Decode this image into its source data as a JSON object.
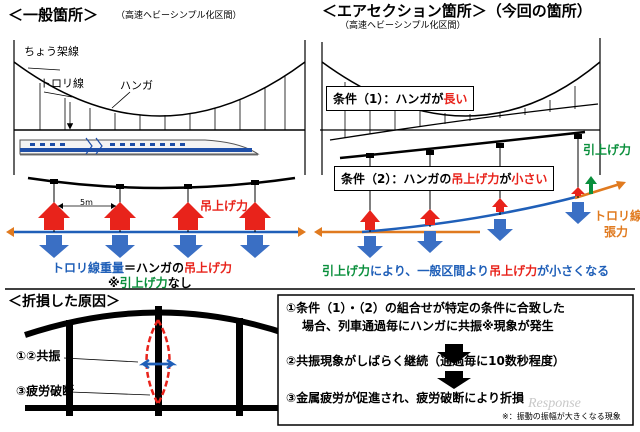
{
  "left": {
    "title": "＜一般箇所＞",
    "subtitle": "（高速ヘビーシンプル化区間）",
    "label_messenger": "ちょう架線",
    "label_trolley": "トロリ線",
    "label_hanger": "ハンガ",
    "label_spacing": "5m",
    "label_lift": "吊上げ力",
    "eq_part1": "トロリ線重量",
    "eq_part2": "＝ハンガの",
    "eq_part3": "吊上げ力",
    "note_prefix": "※",
    "note_red": "引上げ力",
    "note_suffix": "なし"
  },
  "right": {
    "title": "＜エアセクション箇所＞（今回の箇所）",
    "subtitle": "（高速ヘビーシンプル化区間）",
    "cond1_prefix": "条件（1）：ハンガが",
    "cond1_red": "長い",
    "cond2_prefix": "条件（2）：ハンガの",
    "cond2_red1": "吊上げ力",
    "cond2_mid": "が",
    "cond2_red2": "小さい",
    "label_pull": "引上げ力",
    "label_tension1": "トロリ線",
    "label_tension2": "張力",
    "bottom_p1": "引上げ力",
    "bottom_p2": "により、一般区間より",
    "bottom_p3": "吊上げ力",
    "bottom_p4": "が小さくなる"
  },
  "cause": {
    "title": "＜折損した原因＞",
    "label_resonance": "①②共振",
    "label_fatigue": "③疲労破断"
  },
  "steps": {
    "step1": "①条件（1）・（2）の組合せが特定の条件に合致した場合、列車通過毎にハンガに共振※現象が発生",
    "step1_line1": "①条件（1）・（2）の組合せが特定の条件に合致した",
    "step1_line2": "場合、列車通過毎にハンガに共振※現象が発生",
    "step2": "②共振現象がしばらく継続（通過毎に10数秒程度）",
    "step3": "③金属疲労が促進され、疲労破断により折損",
    "footnote": "※：振動の振幅が大きくなる現象"
  },
  "watermark": "Response",
  "colors": {
    "red_arrow": "#e8231b",
    "blue_arrow": "#3a6fc4",
    "orange_line": "#e07a1f",
    "blue_line": "#1f5fb8",
    "green_arrow": "#0a8f3c"
  }
}
